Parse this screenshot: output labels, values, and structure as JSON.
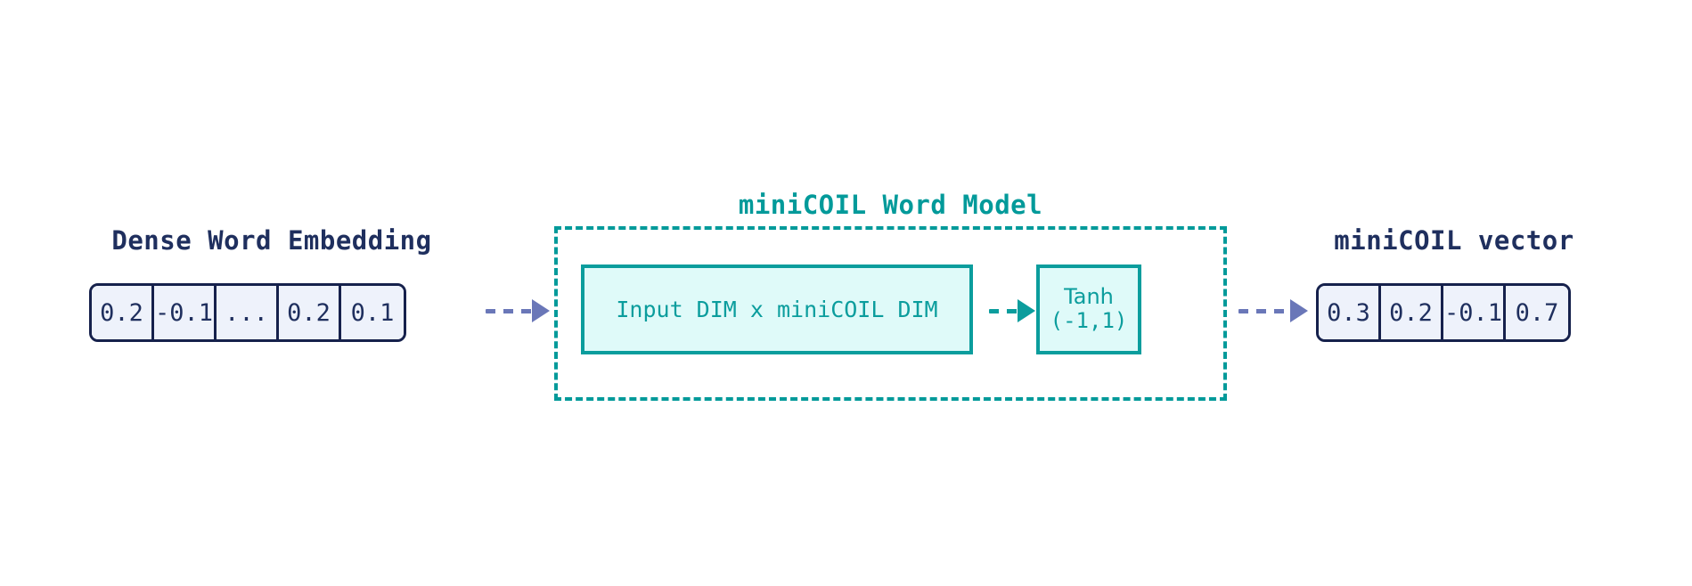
{
  "diagram": {
    "title_left": "Dense Word Embedding",
    "title_center": "miniCOIL Word Model",
    "title_right": "miniCOIL vector",
    "colors": {
      "navy": "#1f2f5e",
      "navy_border": "#16214c",
      "cell_fill": "#eef2fb",
      "teal": "#0b9d9d",
      "teal_title": "#029a9a",
      "teal_fill": "#dffaf9",
      "arrow_purple": "#6a77b8",
      "background": "#ffffff"
    }
  },
  "dense_embedding": {
    "label": "Dense Word Embedding",
    "cells": [
      "0.2",
      "-0.1",
      "...",
      "0.2",
      "0.1"
    ]
  },
  "model": {
    "label": "miniCOIL Word Model",
    "linear_layer": {
      "label": "Input DIM x miniCOIL DIM"
    },
    "activation": {
      "name": "Tanh",
      "range": "(-1,1)"
    }
  },
  "minicoil_vector": {
    "label": "miniCOIL vector",
    "cells": [
      "0.3",
      "0.2",
      "-0.1",
      "0.7"
    ]
  },
  "arrows": {
    "input_arrow": "dashed-arrow-right",
    "internal_arrow": "dashed-arrow-right",
    "output_arrow": "dashed-arrow-right"
  }
}
